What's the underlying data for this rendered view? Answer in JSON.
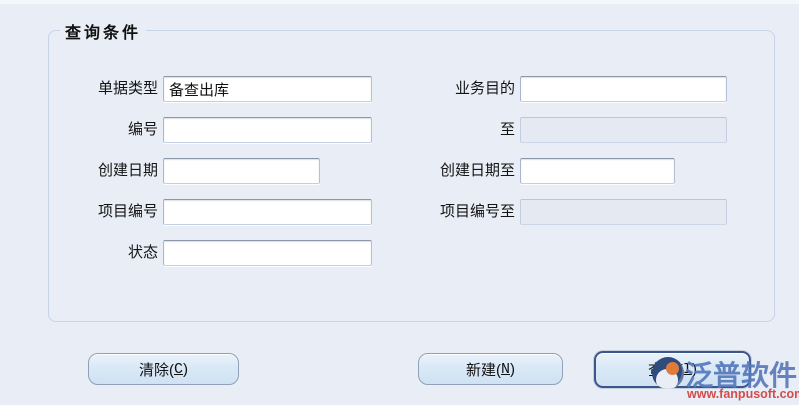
{
  "panel": {
    "legend": "查询条件"
  },
  "form": {
    "fields": [
      {
        "label": "单据类型",
        "value": "备查出库",
        "disabled": false
      },
      {
        "label": "编号",
        "value": "",
        "disabled": false
      },
      {
        "label": "创建日期",
        "value": "",
        "disabled": false
      },
      {
        "label": "项目编号",
        "value": "",
        "disabled": false
      },
      {
        "label": "状态",
        "value": "",
        "disabled": false
      },
      {
        "label": "业务目的",
        "value": "",
        "disabled": false
      },
      {
        "label": "至",
        "value": "",
        "disabled": true
      },
      {
        "label": "创建日期至",
        "value": "",
        "disabled": false
      },
      {
        "label": "项目编号至",
        "value": "",
        "disabled": true
      }
    ]
  },
  "buttons": {
    "clear": {
      "pre": "清除(",
      "mnemonic": "C",
      "post": ")"
    },
    "new": {
      "pre": "新建(",
      "mnemonic": "N",
      "post": ")"
    },
    "find": {
      "pre": "查找(",
      "mnemonic": "I",
      "post": ")"
    }
  },
  "watermark": {
    "brand": "泛普软件",
    "url": "www.fanpusoft.com",
    "brand_color": "#5678bb",
    "url_color": "#d33c3c"
  },
  "colors": {
    "background": "#e9edf5",
    "panel_border": "#c7d3e8",
    "default_button_border": "#3d5589",
    "button_fill": "#d9e8f6",
    "disabled_field_fill": "#e4e9f2"
  }
}
